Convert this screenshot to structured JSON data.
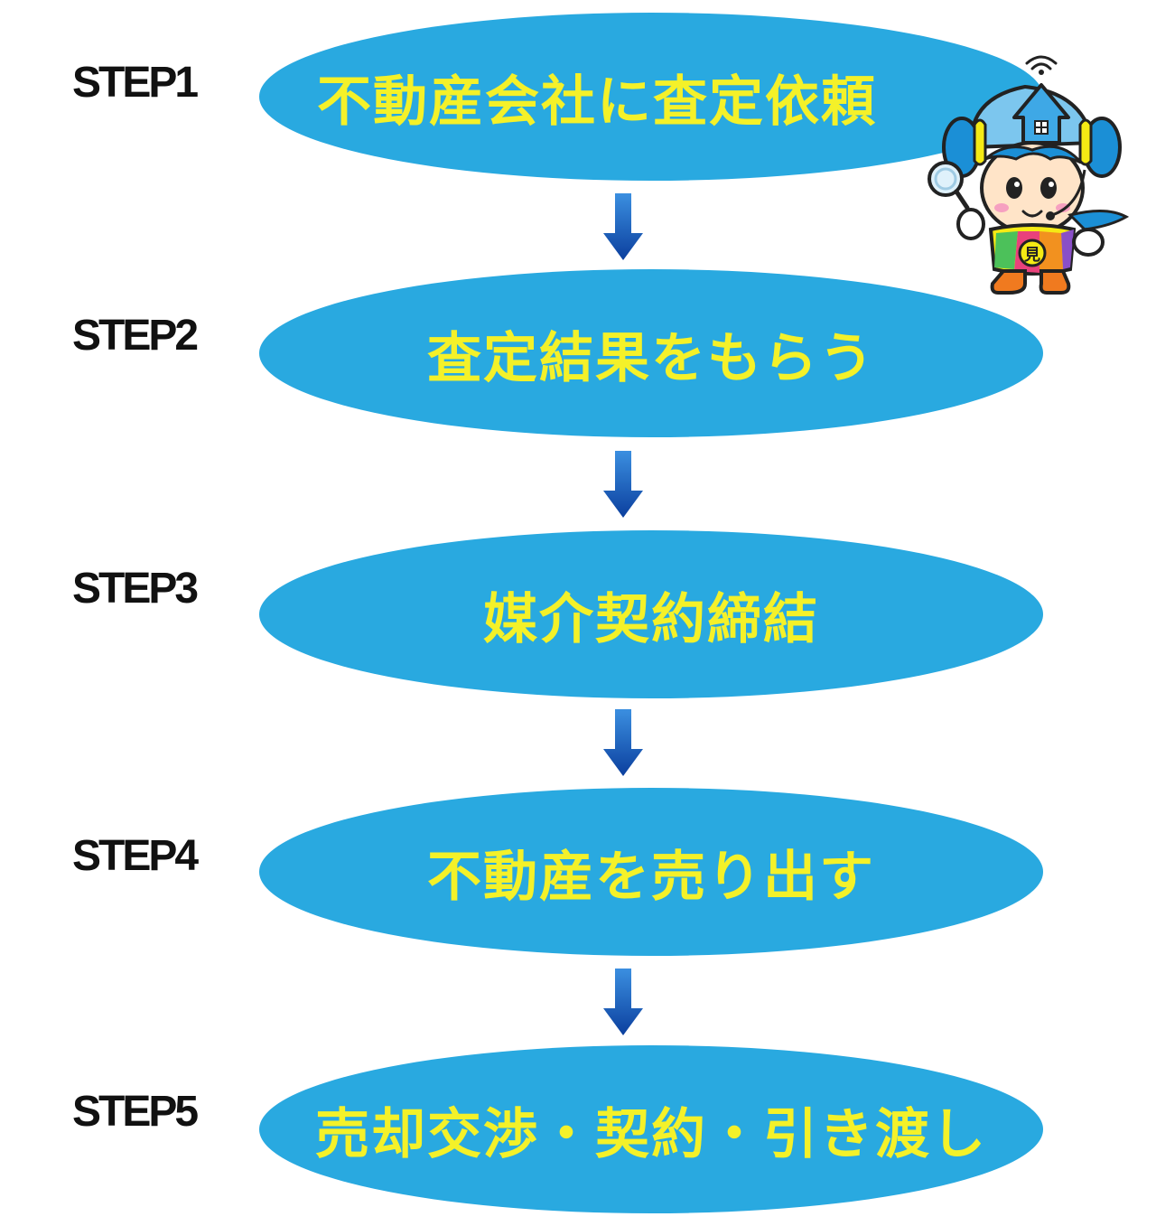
{
  "colors": {
    "oval_fill": "#29a9e0",
    "oval_text": "#f4f129",
    "arrow_top": "#3b8fe0",
    "arrow_bottom": "#0b3f9e",
    "label_text": "#111111"
  },
  "steps": [
    {
      "label": "STEP1",
      "text": "不動産会社に査定依頼"
    },
    {
      "label": "STEP2",
      "text": "査定結果をもらう"
    },
    {
      "label": "STEP3",
      "text": "媒介契約締結"
    },
    {
      "label": "STEP4",
      "text": "不動産を売り出す"
    },
    {
      "label": "STEP5",
      "text": "売却交渉・契約・引き渡し"
    }
  ],
  "mascot": {
    "icon": "house-hat-mascot-icon",
    "badge_text": "見"
  }
}
